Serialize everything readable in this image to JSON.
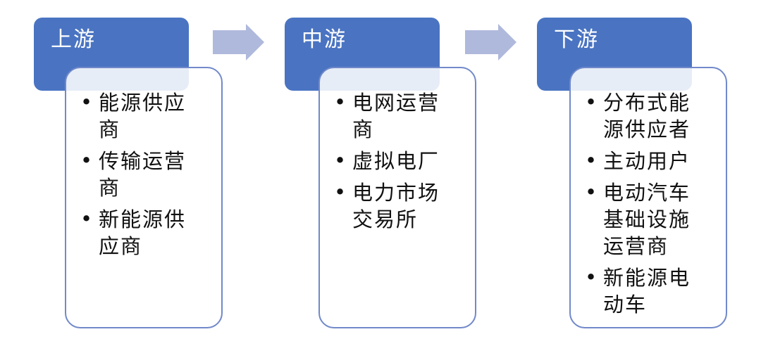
{
  "diagram": {
    "type": "industry-chain-flow",
    "columns": [
      {
        "header": "上游",
        "items": [
          "能源供应\n商",
          "传输运营\n商",
          "新能源供\n应商"
        ]
      },
      {
        "header": "中游",
        "items": [
          "电网运营\n商",
          "虚拟电厂",
          "电力市场\n交易所"
        ]
      },
      {
        "header": "下游",
        "items": [
          "分布式能\n源供应者",
          "主动用户",
          "电动汽车\n基础设施\n运营商",
          "新能源电\n动车"
        ]
      }
    ],
    "arrows": [
      {
        "icon": "right-block-arrow"
      },
      {
        "icon": "right-block-arrow"
      }
    ]
  },
  "colors": {
    "background": "#FFFFFF",
    "header_fill": "#4A74C2",
    "header_text": "#FFFFFF",
    "card_border": "#7189CA",
    "card_tint": "#E9EDF7",
    "arrow_fill": "#AFB9DC",
    "item_text": "#111111"
  }
}
